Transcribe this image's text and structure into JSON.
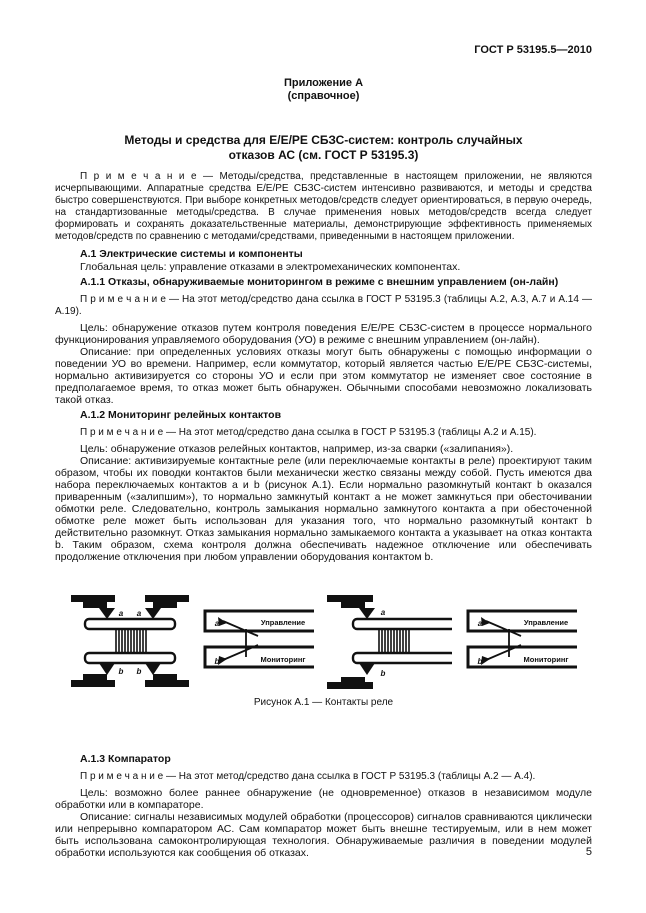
{
  "page": {
    "header_ref": "ГОСТ Р 53195.5—2010",
    "page_number": "5"
  },
  "appendix": {
    "label": "Приложение А",
    "sublabel": "(справочное)",
    "title_line1": "Методы и средства для Е/Е/РЕ СБЗС-систем: контроль случайных",
    "title_line2": "отказов АС (см. ГОСТ Р 53195.3)"
  },
  "intro_note": "П р и м е ч а н и е — Методы/средства, представленные в настоящем приложении, не являются исчерпывающими. Аппаратные средства Е/Е/РЕ СБЗС-систем интенсивно развиваются, и методы и средства быстро совершенствуются. При выборе конкретных методов/средств следует ориентироваться, в первую очередь, на стандартизованные методы/средства. В случае применения новых методов/средств всегда следует формировать и сохранять доказательственные материалы, демонстрирующие эффективность применяемых методов/средств по сравнению с методами/средствами, приведенными в настоящем приложении.",
  "sections": {
    "a1": {
      "heading": "А.1 Электрические системы и компоненты",
      "goal": "Глобальная цель: управление отказами в электромеханических компонентах."
    },
    "a11": {
      "heading": "А.1.1 Отказы, обнаруживаемые мониторингом в режиме с внешним управлением (он-лайн)",
      "note": "П р и м е ч а н и е — На этот метод/средство дана ссылка в ГОСТ Р 53195.3 (таблицы А.2, А.3, А.7 и А.14 — А.19).",
      "goal": "Цель: обнаружение отказов путем контроля поведения Е/Е/РЕ СБЗС-систем в процессе нормального функционирования управляемого оборудования (УО) в режиме с внешним управлением (он-лайн).",
      "description": "Описание: при определенных условиях отказы могут быть обнаружены с помощью информации о поведении УО во времени. Например, если коммутатор, который является частью Е/Е/РЕ СБЗС-системы, нормально активизируется со стороны УО и если при этом коммутатор не изменяет свое состояние в предполагаемое время, то отказ может быть обнаружен. Обычными способами невозможно локализовать такой отказ."
    },
    "a12": {
      "heading": "А.1.2 Мониторинг релейных контактов",
      "note": "П р и м е ч а н и е — На этот метод/средство дана ссылка в ГОСТ Р 53195.3 (таблицы А.2 и А.15).",
      "goal": "Цель: обнаружение отказов релейных контактов, например, из-за сварки («залипания»).",
      "description": "Описание: активизируемые контактные реле (или переключаемые контакты в реле) проектируют таким образом, чтобы их поводки контактов были механически жестко связаны между собой. Пусть имеются два набора переключаемых контактов a и b (рисунок А.1). Если нормально разомкнутый контакт b оказался приваренным («залипшим»), то нормально замкнутый контакт a не может замкнуться при обесточивании обмотки реле. Следовательно, контроль замыкания нормально замкнутого контакта a при обесточенной обмотке реле может быть использован для указания того, что нормально разомкнутый контакт b действительно разомкнут. Отказ замыкания нормально замыкаемого контакта a указывает на отказ контакта b. Таким образом, схема контроля должна обеспечивать надежное отключение или обеспечивать продолжение отключения при любом управлении оборудования контактом b."
    },
    "a13": {
      "heading": "А.1.3 Компаратор",
      "note": "П р и м е ч а н и е — На этот метод/средство дана ссылка в ГОСТ Р 53195.3 (таблицы А.2 — А.4).",
      "goal": "Цель: возможно более раннее обнаружение (не одновременное) отказов в независимом модуле обработки или в компараторе.",
      "description": "Описание: сигналы независимых модулей обработки (процессоров)  сигналов сравниваются циклически или непрерывно компаратором АС. Сам компаратор может быть внешне тестируемым, или в нем может быть использована самоконтролирующая технология. Обнаруживаемые различия в поведении модулей обработки используются как сообщения об отказах."
    }
  },
  "figure": {
    "caption": "Рисунок А.1 — Контакты реле",
    "contact_a": "a",
    "contact_b": "b",
    "control_label": "Управление",
    "monitoring_label": "Мониторинг",
    "ink_color": "#111111",
    "paper_color": "#ffffff"
  }
}
